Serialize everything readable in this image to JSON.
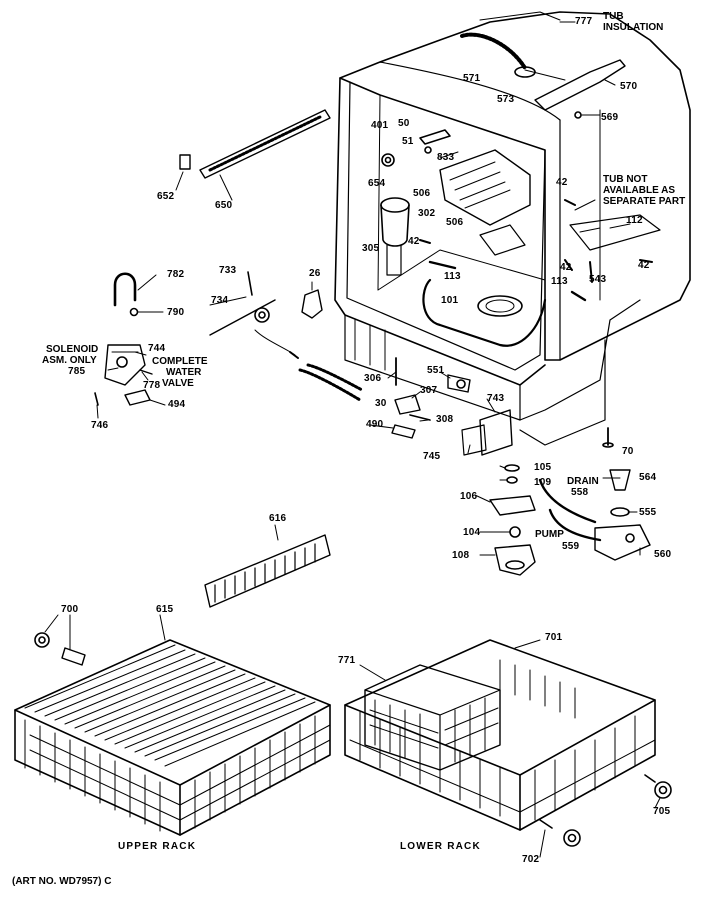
{
  "parts": {
    "p777": "777",
    "p571": "571",
    "p573": "573",
    "p570": "570",
    "p569": "569",
    "p401": "401",
    "p50": "50",
    "p51": "51",
    "p833": "833",
    "p654": "654",
    "p506a": "506",
    "p506b": "506",
    "p302": "302",
    "p305": "305",
    "p42a": "42",
    "p42b": "42",
    "p42c": "42",
    "p42d": "42",
    "p112": "112",
    "p113a": "113",
    "p113b": "113",
    "p543": "543",
    "p101": "101",
    "p652": "652",
    "p650": "650",
    "p782": "782",
    "p790": "790",
    "p733": "733",
    "p734": "734",
    "p26": "26",
    "p744": "744",
    "p785": "785",
    "p778": "778",
    "p494": "494",
    "p746": "746",
    "p551": "551",
    "p306": "306",
    "p307": "307",
    "p30": "30",
    "p308": "308",
    "p490": "490",
    "p743": "743",
    "p745": "745",
    "p70": "70",
    "p105": "105",
    "p109": "109",
    "p564": "564",
    "p558": "558",
    "p555": "555",
    "p106": "106",
    "p104": "104",
    "p559": "559",
    "p560": "560",
    "p108": "108",
    "p616": "616",
    "p700": "700",
    "p615": "615",
    "p771": "771",
    "p701": "701",
    "p705": "705",
    "p702": "702"
  },
  "notes": {
    "tub_insulation_line1": "TUB",
    "tub_insulation_line2": "INSULATION",
    "tub_not_line1": "TUB NOT",
    "tub_not_line2": "AVAILABLE AS",
    "tub_not_line3": "SEPARATE PART",
    "solenoid_line1": "SOLENOID",
    "solenoid_line2": "ASM. ONLY",
    "complete_line1": "COMPLETE",
    "complete_line2": "WATER",
    "complete_line3": "VALVE",
    "drain": "DRAIN",
    "pump": "PUMP"
  },
  "captions": {
    "upper_rack": "UPPER RACK",
    "lower_rack": "LOWER RACK"
  },
  "art_number": "(ART NO. WD7957) C"
}
